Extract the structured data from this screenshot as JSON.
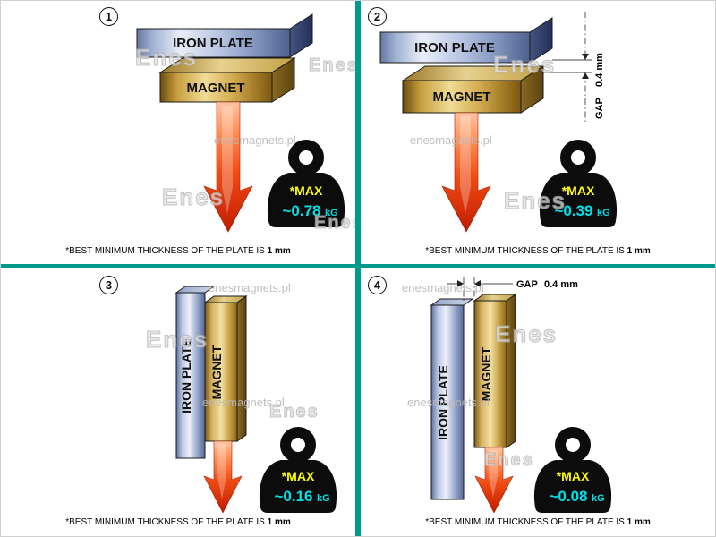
{
  "colors": {
    "divider_teal": "#009b8b",
    "arrow_red": "#e53010",
    "max_yellow": "#ffff00",
    "value_cyan": "#00e0e6",
    "kettlebell_black": "#0c0c0c",
    "plate_blue": "#aebddd",
    "magnet_gold": "#d3ad56",
    "watermark_gray": "#b9b9b9"
  },
  "watermark": {
    "logo": "Enes",
    "site": "enesmagnets.pl"
  },
  "footnote": {
    "prefix": "*BEST MINIMUM THICKNESS OF THE PLATE IS",
    "bold": "1 mm"
  },
  "panels": [
    {
      "number": "1",
      "plate": "IRON PLATE",
      "magnet": "MAGNET",
      "max": "*MAX",
      "value": "~0.78",
      "unit": "kG"
    },
    {
      "number": "2",
      "plate": "IRON PLATE",
      "magnet": "MAGNET",
      "max": "*MAX",
      "value": "~0.39",
      "unit": "kG",
      "gap_label": "GAP",
      "gap_value": "0.4 mm"
    },
    {
      "number": "3",
      "plate": "IRON PLATE",
      "magnet": "MAGNET",
      "max": "*MAX",
      "value": "~0.16",
      "unit": "kG"
    },
    {
      "number": "4",
      "plate": "IRON PLATE",
      "magnet": "MAGNET",
      "max": "*MAX",
      "value": "~0.08",
      "unit": "kG",
      "gap_label": "GAP",
      "gap_value": "0.4 mm"
    }
  ]
}
